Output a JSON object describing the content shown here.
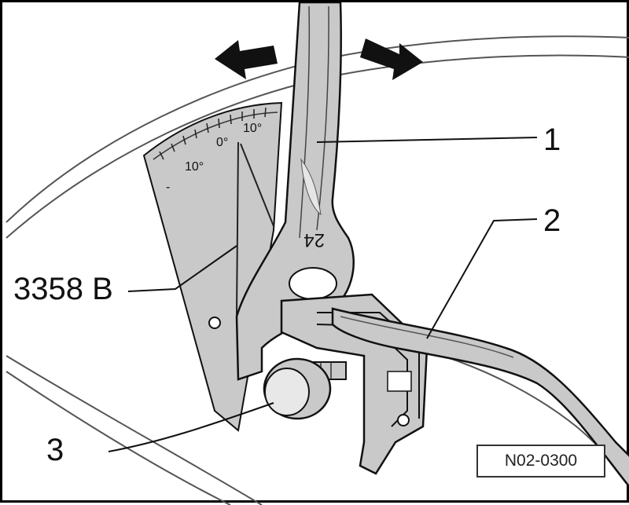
{
  "callouts": {
    "one": "1",
    "two": "2",
    "three": "3",
    "tool_number": "3358 B"
  },
  "scale": {
    "minus_mark": "-",
    "left_10": "10°",
    "zero": "0°",
    "right_10": "10°"
  },
  "wrench_size": "24",
  "reference_code": "N02-0300",
  "icons": [
    "arrow-left-icon",
    "arrow-right-icon"
  ],
  "colors": {
    "ink": "#111111",
    "gray_fill": "#c9c9c9",
    "background": "#ffffff"
  }
}
